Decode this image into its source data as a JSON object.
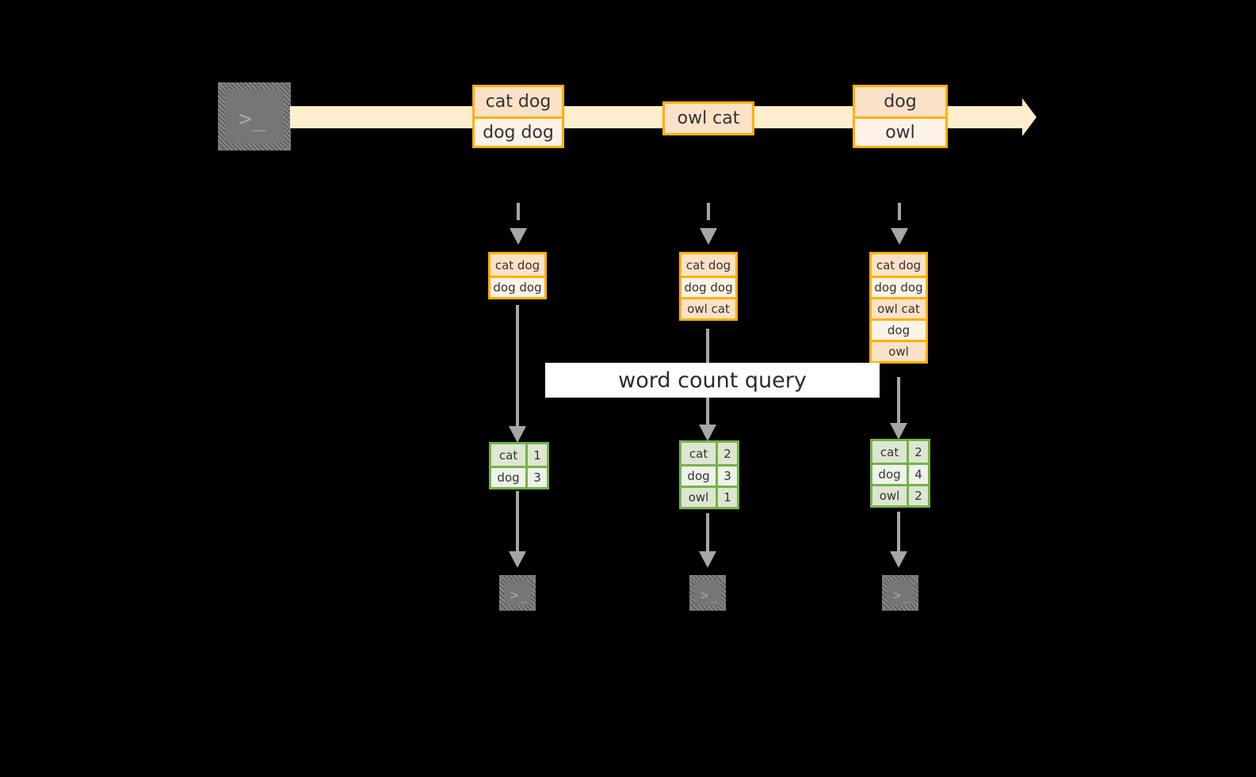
{
  "diagram": {
    "title_label": "word count query",
    "colors": {
      "background": "#000000",
      "stream_band": "#ffeecc",
      "record_border": "#ffb000",
      "record_fill_dark": "#fbe1c7",
      "record_fill_light": "#fdf2e7",
      "table_border": "#77b24a",
      "table_fill_dark": "#dde6d1",
      "table_fill_light": "#eef3e9",
      "arrow_gray": "#a6a6a6",
      "icon_gray": "#767676",
      "label_background": "#ffffff"
    },
    "icons": {
      "source_terminal": "terminal-prompt-icon",
      "sink_terminal": "terminal-prompt-icon",
      "terminal_glyph": ">_"
    },
    "stream": {
      "name": "input-event-stream",
      "groups": [
        {
          "name": "stream-group-1",
          "rows": [
            "cat dog",
            "dog dog"
          ]
        },
        {
          "name": "stream-group-2",
          "rows": [
            "owl cat"
          ]
        },
        {
          "name": "stream-group-3",
          "rows": [
            "dog",
            "owl"
          ]
        }
      ]
    },
    "snapshots": [
      {
        "name": "snapshot-1",
        "rows": [
          "cat dog",
          "dog dog"
        ],
        "result_headerless_rows": [
          {
            "word": "cat",
            "count": "1"
          },
          {
            "word": "dog",
            "count": "3"
          }
        ]
      },
      {
        "name": "snapshot-2",
        "rows": [
          "cat dog",
          "dog dog",
          "owl cat"
        ],
        "result_headerless_rows": [
          {
            "word": "cat",
            "count": "2"
          },
          {
            "word": "dog",
            "count": "3"
          },
          {
            "word": "owl",
            "count": "1"
          }
        ]
      },
      {
        "name": "snapshot-3",
        "rows": [
          "cat dog",
          "dog dog",
          "owl cat",
          "dog",
          "owl"
        ],
        "result_headerless_rows": [
          {
            "word": "cat",
            "count": "2"
          },
          {
            "word": "dog",
            "count": "4"
          },
          {
            "word": "owl",
            "count": "2"
          }
        ]
      }
    ]
  }
}
